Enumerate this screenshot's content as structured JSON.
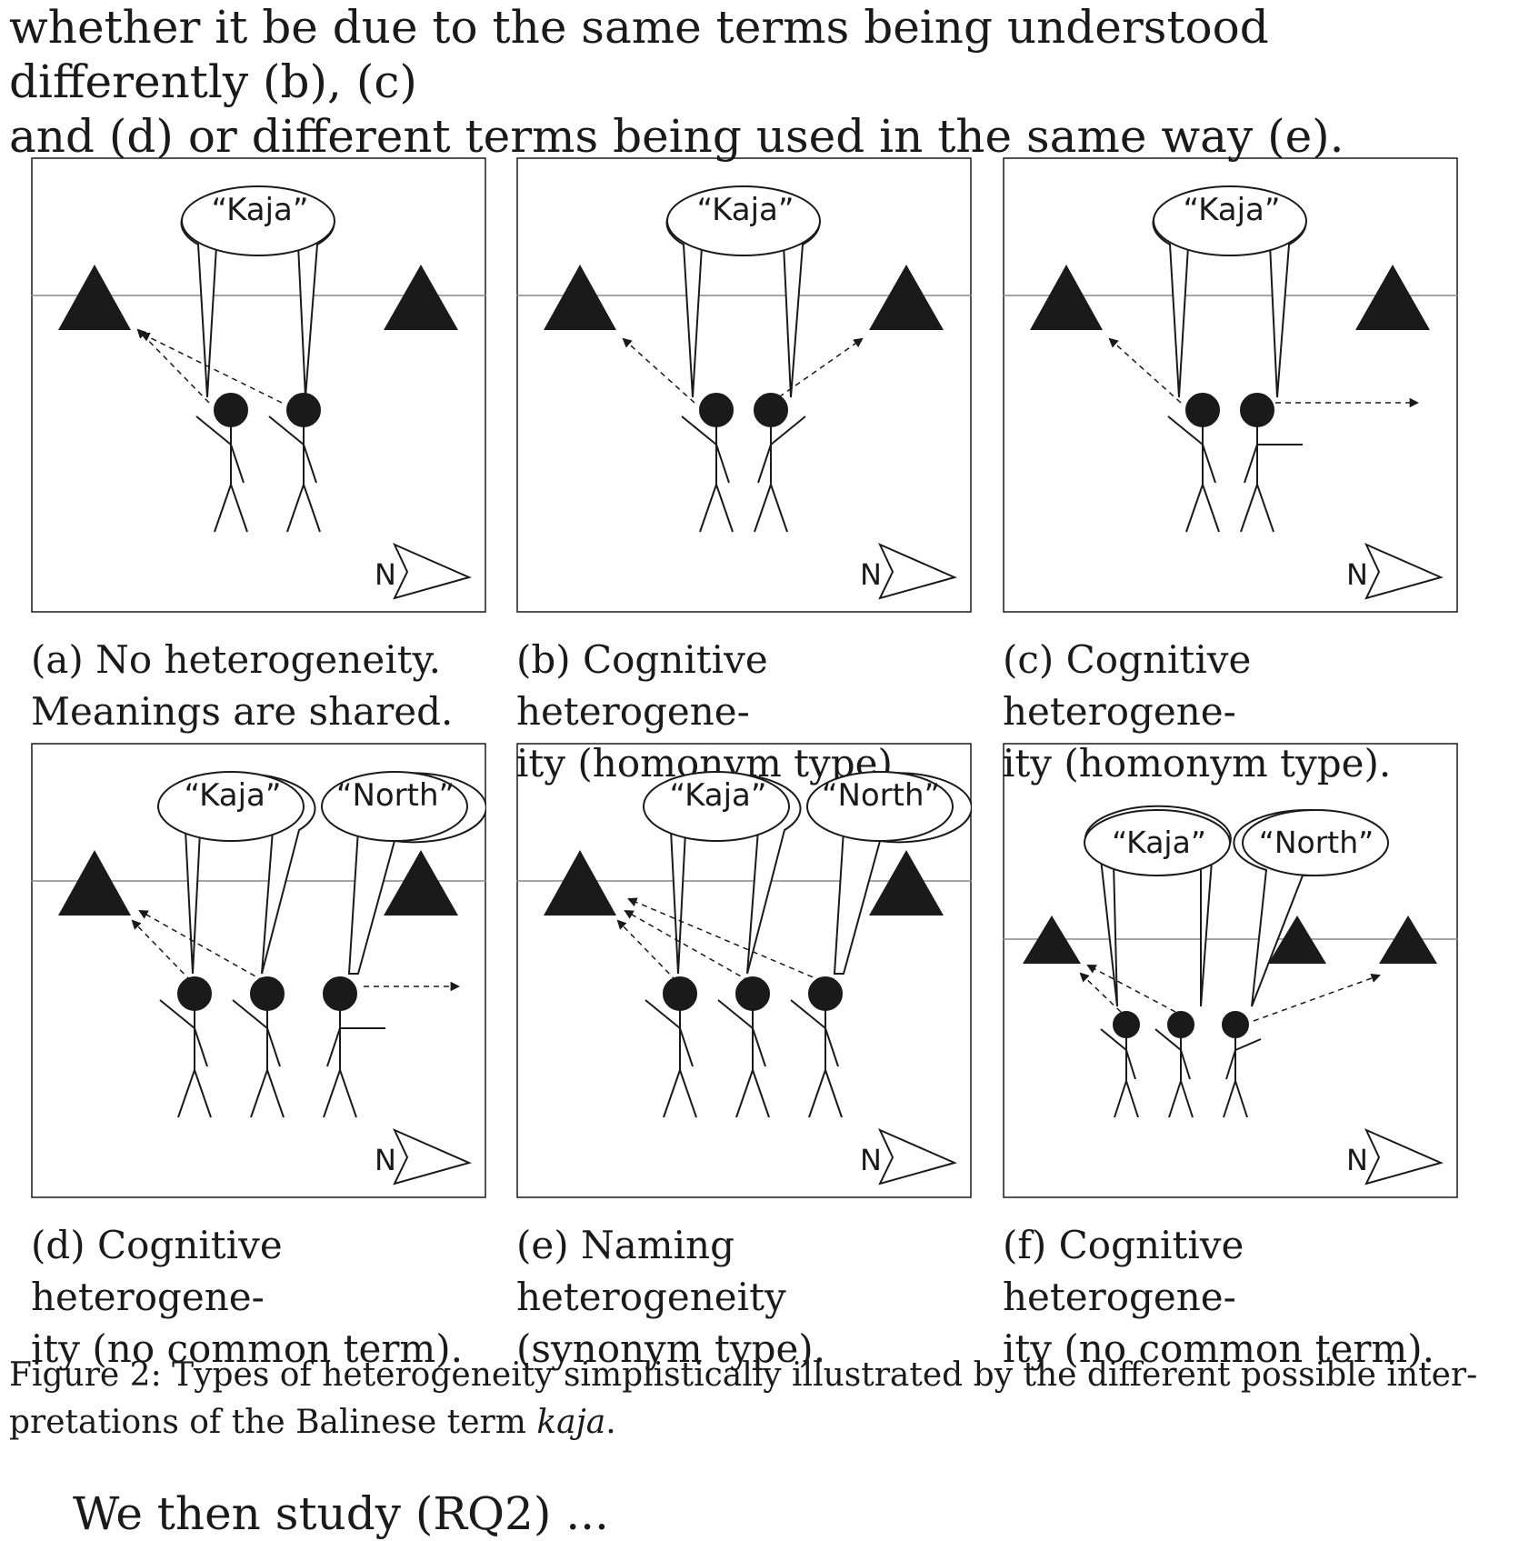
{
  "intro": {
    "line1": "whether it be due to the same terms being understood differently (b), (c)",
    "line2": "and (d) or different terms being used in the same way (e)."
  },
  "panels": [
    {
      "id": "a",
      "caption_line1": "(a)   No   heterogeneity.",
      "caption_line2": "Meanings are shared.",
      "bubbles": [
        "“Kaja”"
      ]
    },
    {
      "id": "b",
      "caption_line1": "(b) Cognitive heterogene-",
      "caption_line2": "ity (homonym type).",
      "bubbles": [
        "“Kaja”"
      ]
    },
    {
      "id": "c",
      "caption_line1": "(c) Cognitive heterogene-",
      "caption_line2": "ity (homonym type).",
      "bubbles": [
        "“Kaja”"
      ]
    },
    {
      "id": "d",
      "caption_line1": "(d) Cognitive heterogene-",
      "caption_line2": "ity (no common term).",
      "bubbles": [
        "“Kaja”",
        "“North”"
      ]
    },
    {
      "id": "e",
      "caption_line1": "(e) Naming heterogeneity",
      "caption_line2": "(synonym type).",
      "bubbles": [
        "“Kaja”",
        "“North”"
      ]
    },
    {
      "id": "f",
      "caption_line1": "(f) Cognitive heterogene-",
      "caption_line2": "ity (no common term).",
      "bubbles": [
        "“Kaja”",
        "“North”"
      ]
    }
  ],
  "compass_label": "N",
  "figure_caption": {
    "line1": "Figure 2:  Types of heterogeneity simplistically illustrated by the different possible inter-",
    "line2_prefix": "pretations of the Balinese term ",
    "line2_term": "kaja",
    "line2_suffix": "."
  },
  "bottom_fragment": "We then study (RQ2) ...",
  "colors": {
    "ink": "#1a1a1a",
    "line": "#888888"
  }
}
